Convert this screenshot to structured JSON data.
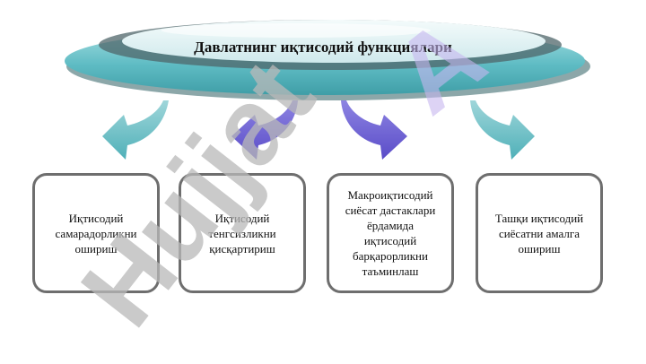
{
  "diagram": {
    "title": "Давлатнинг иқтисодий функциялари",
    "boxes": [
      {
        "label": "Иқтисодий\nсамарадорликни\nошириш"
      },
      {
        "label": "Иқтисодий\nтенгсизликни\nқисқартириш"
      },
      {
        "label": "Макроиқтисодий\nсиёсат дастаклари\nёрдамида\nиқтисодий\nбарқарорликни\nтаъминлаш"
      },
      {
        "label": "Ташқи иқтисодий\nсиёсатни амалга\nошириш"
      }
    ]
  },
  "colors": {
    "teal": "#5fbcc4",
    "violet": "#6b5ed0",
    "box_border": "#6e6e6e",
    "watermark_gray": "#b9b9b9",
    "watermark_violet": "#c7b7f0"
  },
  "watermark": {
    "text": "Hujjat",
    "text2": "A"
  }
}
